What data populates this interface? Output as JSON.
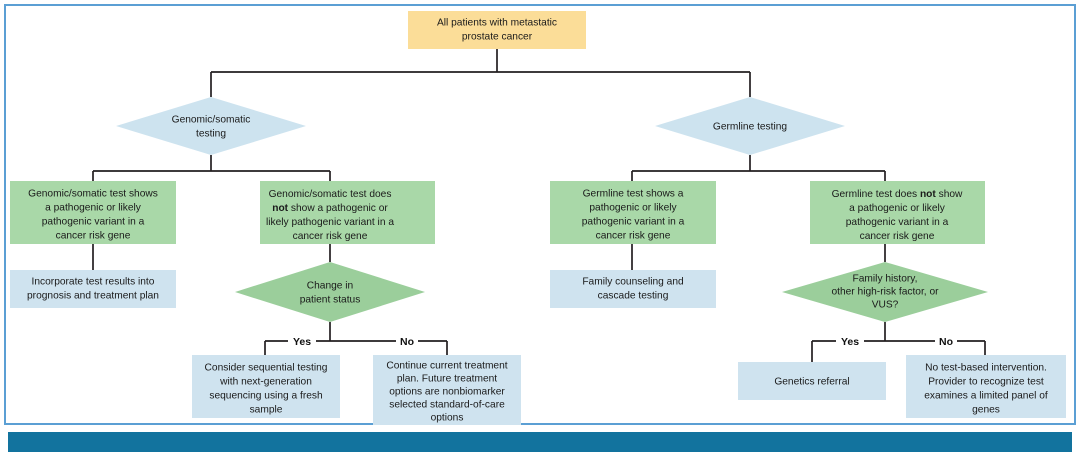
{
  "figure": {
    "title": "Testing algorithm for all patients with metastatic prostate cancer",
    "colors": {
      "root_fill": "#fbdd98",
      "decision_blue_fill": "#cde3ef",
      "decision_green_fill": "#9bce9b",
      "result_green_fill": "#a9d8a8",
      "action_blue_fill": "#cfe3ef",
      "connector": "#231f20",
      "frame_border": "#5b9fd4",
      "bottom_bar": "#12739e",
      "text": "#1a1a1a"
    }
  },
  "nodes": {
    "root": {
      "id": "root",
      "shape": "rect",
      "kind": "root",
      "lines": [
        "All patients with metastatic",
        "prostate cancer"
      ],
      "text": "All patients with metastatic prostate cancer"
    },
    "genomic_decision": {
      "id": "genomic-decision",
      "shape": "diamond",
      "kind": "decision",
      "lines": [
        "Genomic/somatic",
        "testing"
      ],
      "text": "Genomic/somatic testing"
    },
    "germline_decision": {
      "id": "germline-decision",
      "shape": "diamond",
      "kind": "decision",
      "lines": [
        "Germline testing"
      ],
      "text": "Germline testing"
    },
    "genomic_positive": {
      "id": "genomic-test-positive",
      "shape": "rect",
      "kind": "result",
      "lines": [
        "Genomic/somatic test shows",
        "a pathogenic or likely",
        "pathogenic variant in a",
        "cancer risk gene"
      ],
      "text": "Genomic/somatic test shows a pathogenic or likely pathogenic variant in a cancer risk gene"
    },
    "genomic_negative": {
      "id": "genomic-test-negative",
      "shape": "rect",
      "kind": "result",
      "lines_rich": [
        [
          {
            "t": "Genomic/somatic test does",
            "b": false
          }
        ],
        [
          {
            "t": "not ",
            "b": true
          },
          {
            "t": "show a pathogenic or",
            "b": false
          }
        ],
        [
          {
            "t": "likely pathogenic variant in a",
            "b": false
          }
        ],
        [
          {
            "t": "cancer risk gene",
            "b": false
          }
        ]
      ],
      "text": "Genomic/somatic test does not show a pathogenic or likely pathogenic variant in a cancer risk gene"
    },
    "germline_positive": {
      "id": "germline-test-positive",
      "shape": "rect",
      "kind": "result",
      "lines": [
        "Germline test shows a",
        "pathogenic or likely",
        "pathogenic variant in a",
        "cancer risk gene"
      ],
      "text": "Germline test shows a pathogenic or likely pathogenic variant in a cancer risk gene"
    },
    "germline_negative": {
      "id": "germline-test-negative",
      "shape": "rect",
      "kind": "result",
      "lines_rich": [
        [
          {
            "t": "Germline test does ",
            "b": false
          },
          {
            "t": "not",
            "b": true
          },
          {
            "t": " show",
            "b": false
          }
        ],
        [
          {
            "t": "a pathogenic or likely",
            "b": false
          }
        ],
        [
          {
            "t": "pathogenic variant in a",
            "b": false
          }
        ],
        [
          {
            "t": "cancer risk gene",
            "b": false
          }
        ]
      ],
      "text": "Germline test does not show a pathogenic or likely pathogenic variant in a cancer risk gene"
    },
    "incorporate": {
      "id": "incorporate-results",
      "shape": "rect",
      "kind": "action",
      "lines": [
        "Incorporate test results into",
        "prognosis and treatment plan"
      ],
      "text": "Incorporate test results into prognosis and treatment plan"
    },
    "change_status": {
      "id": "change-in-patient-status",
      "shape": "diamond",
      "kind": "decision-green",
      "lines": [
        "Change in",
        "patient status"
      ],
      "text": "Change in patient status"
    },
    "sequential_testing": {
      "id": "consider-sequential-testing",
      "shape": "rect",
      "kind": "action",
      "lines": [
        "Consider sequential testing",
        "with next-generation",
        "sequencing using a fresh",
        "sample"
      ],
      "text": "Consider sequential testing with next-generation sequencing using a fresh sample"
    },
    "continue_treatment": {
      "id": "continue-current-treatment",
      "shape": "rect",
      "kind": "action",
      "lines": [
        "Continue current treatment",
        "plan. Future treatment",
        "options are nonbiomarker",
        "selected standard-of-care",
        "options"
      ],
      "text": "Continue current treatment plan. Future treatment options are nonbiomarker selected standard-of-care options"
    },
    "family_counseling": {
      "id": "family-counseling-cascade-testing",
      "shape": "rect",
      "kind": "action",
      "lines": [
        "Family counseling and",
        "cascade testing"
      ],
      "text": "Family counseling and cascade testing"
    },
    "family_history": {
      "id": "family-history-decision",
      "shape": "diamond",
      "kind": "decision-green",
      "lines": [
        "Family history,",
        "other high-risk factor, or",
        "VUS?"
      ],
      "text": "Family history, other high-risk factor, or VUS?"
    },
    "genetics_referral": {
      "id": "genetics-referral",
      "shape": "rect",
      "kind": "action",
      "lines": [
        "Genetics referral"
      ],
      "text": "Genetics referral"
    },
    "no_intervention": {
      "id": "no-test-based-intervention",
      "shape": "rect",
      "kind": "action",
      "lines": [
        "No test-based intervention.",
        "Provider to recognize test",
        "examines a limited panel of",
        "genes"
      ],
      "text": "No test-based intervention. Provider to recognize test examines a limited panel of genes"
    }
  },
  "edge_labels": {
    "change_status_yes": "Yes",
    "change_status_no": "No",
    "family_history_yes": "Yes",
    "family_history_no": "No"
  }
}
